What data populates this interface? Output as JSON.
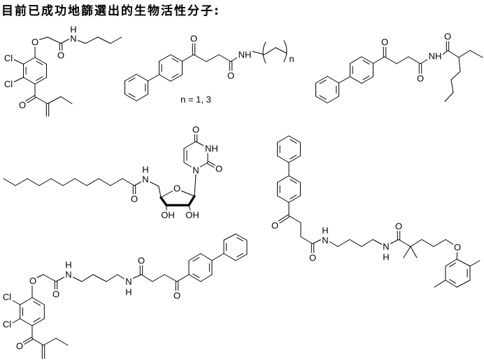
{
  "title": "目前已成功地篩選出的生物活性分子:",
  "mol1": {
    "atoms": [
      "O",
      "O",
      "N",
      "H",
      "Cl",
      "Cl",
      "O"
    ]
  },
  "mol2": {
    "atoms": [
      "O",
      "O",
      "NH",
      "n"
    ],
    "note": "n = 1, 3"
  },
  "mol3": {
    "atoms": [
      "O",
      "O",
      "NH",
      "O"
    ]
  },
  "mol4": {
    "atoms": [
      "O",
      "N",
      "H",
      "O",
      "OH",
      "OH",
      "N",
      "NH",
      "O",
      "O"
    ]
  },
  "mol5": {
    "atoms": [
      "O",
      "O",
      "N",
      "H",
      "N",
      "H",
      "O",
      "O"
    ]
  },
  "mol6": {
    "atoms": [
      "O",
      "O",
      "N",
      "H",
      "N",
      "H",
      "O",
      "O",
      "Cl",
      "Cl",
      "O"
    ]
  }
}
